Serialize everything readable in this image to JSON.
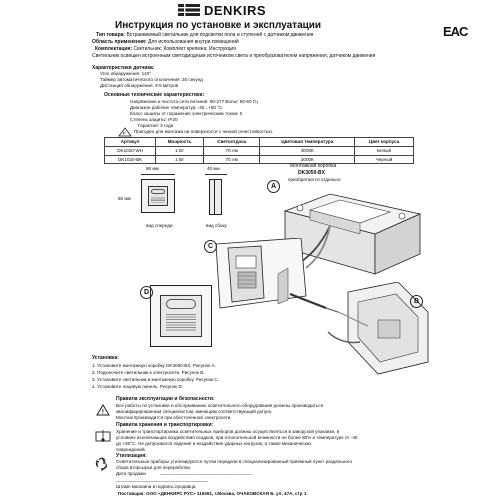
{
  "header": {
    "brand": "DENKIRS",
    "title": "Инструкция по установке и эксплуатации",
    "eac": "EAC"
  },
  "intro": [
    {
      "label": "Тип товара:",
      "text": "Встраиваемый светильник для подсветки пола и ступеней с датчиком движения"
    },
    {
      "label": "Область применения:",
      "text": "Для использования внутри помещений"
    },
    {
      "label": "Комплектация:",
      "text": "Светильник; Комплект крепежа; Инструкция"
    },
    {
      "label": "",
      "text": "Светильник освещен встроенным светодиодным источником света и преобразователем напряжения, датчиком движения"
    }
  ],
  "sensor": {
    "heading": "Характеристики датчика:",
    "lines": [
      "Угол обнаружения: 140°",
      "Таймер автоматического отключения: 30 секунд",
      "Дистанция обнаружения: 3-5 метров"
    ]
  },
  "tech": {
    "heading": "Основные технические характеристики:",
    "lines": [
      "Напряжение и частота сети питания: 90-277 Вольт, 50-60 Гц",
      "Диапазон рабочих температур: -40...+50 °С",
      "Класс защиты от поражения электрическим током: II",
      "Степень защиты: IP20",
      "Гарантия: 3 года",
      "Пригоден для монтажа на поверхности с низкой огнестойкостью."
    ]
  },
  "table": {
    "headers": [
      "Артикул",
      "Мощность",
      "Светоотдача",
      "Цветовая температура",
      "Цвет корпуса"
    ],
    "rows": [
      [
        "DK1020-WH",
        "1 Вт",
        "70 лм",
        "3000К",
        "Белый"
      ],
      [
        "DK1020-BK",
        "1 Вт",
        "70 лм",
        "3000К",
        "Черный"
      ]
    ]
  },
  "drawings": {
    "front_width": "86 мм",
    "front_height": "86 мм",
    "side_depth": "40 мм",
    "front_caption": "вид спереди",
    "side_caption": "вид сбоку",
    "box_title_1": "Монтажная коробка",
    "box_title_2": "DK3050-BX",
    "box_title_3": "приобретается отдельно",
    "labels": [
      "A",
      "B",
      "C",
      "D"
    ]
  },
  "install": {
    "heading": "Установка:",
    "steps": [
      "1. Установите монтажную коробку DK3050-BX. Рисунок А.",
      "2. Подключите светильник к электросети. Рисунок В.",
      "3. Установите светильник в монтажную коробку. Рисунок С.",
      "4. Установите лицевую панель. Рисунок D."
    ]
  },
  "safety": {
    "heading": "Правила эксплуатации и безопасности:",
    "lines": [
      "Все работы по установке и обслуживанию осветительного оборудования должны производиться",
      "квалифицированным специалистом, имеющим соответствующий допуск.",
      "Монтаж производится при обесточенной электросети."
    ]
  },
  "storage": {
    "heading": "Правила хранения и транспортировки:",
    "lines": [
      "Хранение и транспортировка осветительных приборов должны осуществляться в заводской упаковке, в",
      "условиях исключающих воздействия осадков, при относительной влажности не более 80% и температуре от -40",
      "до +50°С. Не допускаются падения и воздействие ударных нагрузок, а также механических",
      "повреждений."
    ]
  },
  "disposal": {
    "heading": "Утилизация:",
    "lines": [
      "Осветительные приборы утилизируются путем передачи в специализированный приемный пункт раздельного",
      "сбора вторсырья для переработки."
    ]
  },
  "sale": {
    "date_label": "Дата продажи",
    "sign_label": "Штамп магазина и подпись продавца",
    "underline": "____________________________________"
  },
  "footer": {
    "supplier": "Поставщик: ООО «ДЕНКИРС РУС» 119361, г.Москва, ОЧАКОВСКАЯ Б. ул, 47А, стр 1"
  }
}
